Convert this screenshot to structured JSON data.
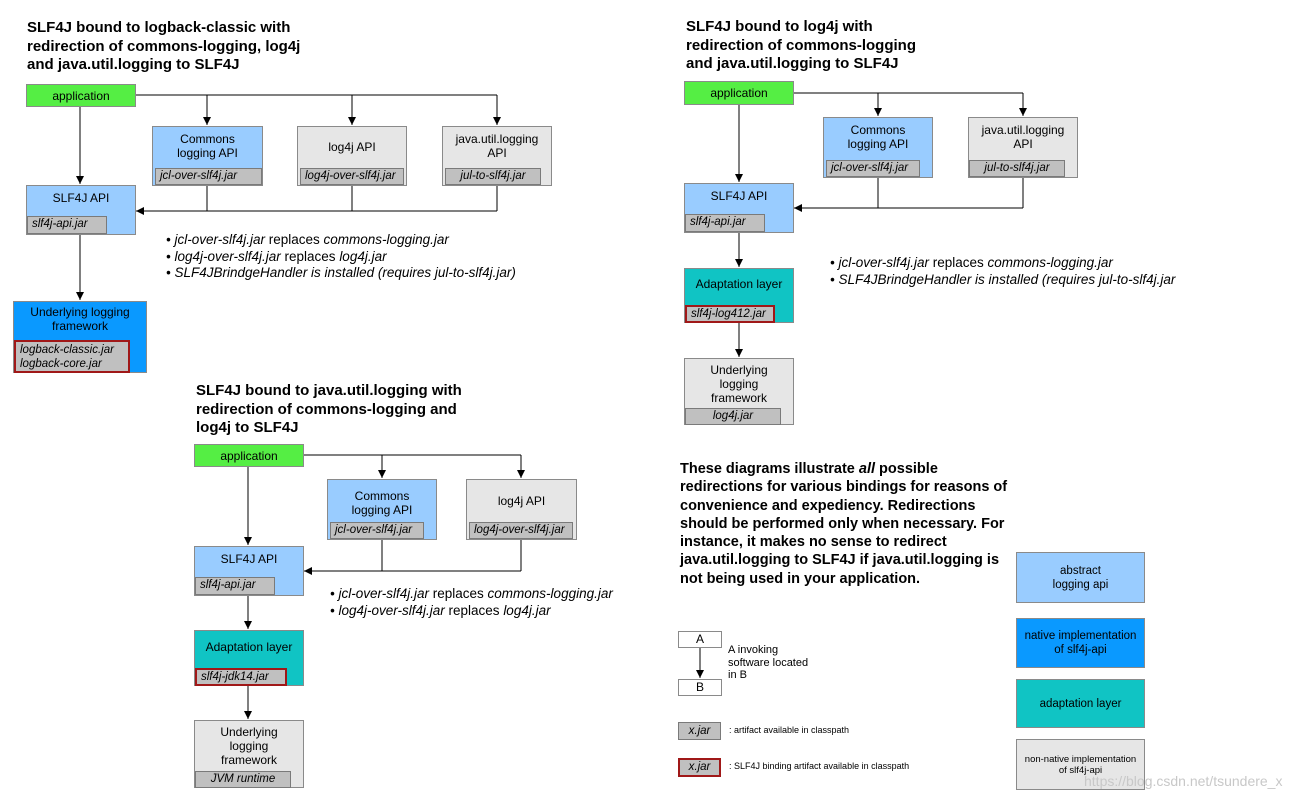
{
  "diagram1": {
    "title": "SLF4J bound to logback-classic with\nredirection of commons-logging, log4j\nand java.util.logging to SLF4J",
    "application": "application",
    "commons": {
      "label": "Commons\nlogging API",
      "jar": "jcl-over-slf4j.jar"
    },
    "log4j": {
      "label": "log4j API",
      "jar": "log4j-over-slf4j.jar"
    },
    "jul": {
      "label": "java.util.logging\nAPI",
      "jar": "jul-to-slf4j.jar"
    },
    "slf4j": {
      "label": "SLF4J API",
      "jar": "slf4j-api.jar"
    },
    "underlying": {
      "label": "Underlying logging\nframework",
      "jar": "logback-classic.jar\nlogback-core.jar"
    },
    "bullets": [
      {
        "a": "jcl-over-slf4j.jar",
        "b": " replaces ",
        "c": "commons-logging.jar"
      },
      {
        "a": "log4j-over-slf4j.jar",
        "b": " replaces ",
        "c": "log4j.jar"
      },
      {
        "a": "SLF4JBrindgeHandler is installed (requires jul-to-slf4j.jar)",
        "b": "",
        "c": ""
      }
    ]
  },
  "diagram2": {
    "title": "SLF4J bound to log4j with\nredirection of commons-logging\nand java.util.logging to SLF4J",
    "application": "application",
    "commons": {
      "label": "Commons\nlogging API",
      "jar": "jcl-over-slf4j.jar"
    },
    "jul": {
      "label": "java.util.logging\nAPI",
      "jar": "jul-to-slf4j.jar"
    },
    "slf4j": {
      "label": "SLF4J API",
      "jar": "slf4j-api.jar"
    },
    "adaptation": {
      "label": "Adaptation layer",
      "jar": "slf4j-log412.jar"
    },
    "underlying": {
      "label": "Underlying\nlogging\nframework",
      "jar": "log4j.jar"
    },
    "bullets": [
      {
        "a": "jcl-over-slf4j.jar",
        "b": " replaces ",
        "c": "commons-logging.jar"
      },
      {
        "a": "SLF4JBrindgeHandler is installed (requires jul-to-slf4j.jar",
        "b": "",
        "c": ""
      }
    ]
  },
  "diagram3": {
    "title": "SLF4J bound to java.util.logging with\nredirection of commons-logging and\nlog4j to SLF4J",
    "application": "application",
    "commons": {
      "label": "Commons\nlogging API",
      "jar": "jcl-over-slf4j.jar"
    },
    "log4j": {
      "label": "log4j API",
      "jar": "log4j-over-slf4j.jar"
    },
    "slf4j": {
      "label": "SLF4J API",
      "jar": "slf4j-api.jar"
    },
    "adaptation": {
      "label": "Adaptation layer",
      "jar": "slf4j-jdk14.jar"
    },
    "underlying": {
      "label": "Underlying\nlogging\nframework",
      "jar": "JVM runtime"
    },
    "bullets": [
      {
        "a": "jcl-over-slf4j.jar",
        "b": " replaces ",
        "c": "commons-logging.jar"
      },
      {
        "a": "log4j-over-slf4j.jar",
        "b": " replaces ",
        "c": "log4j.jar"
      }
    ]
  },
  "note": {
    "before": "These diagrams illustrate ",
    "emph": "all",
    "after": " possible redirections for various bindings for reasons of convenience and expediency. Redirections should be performed only when necessary. For instance, it makes no sense to redirect java.util.logging to SLF4J if java.util.logging is not being used in your application."
  },
  "legend": {
    "a": "A",
    "b": "B",
    "invoking": "A invoking\nsoftware located\nin B",
    "artifact_jar": "x.jar",
    "artifact_desc": ": artifact available in classpath",
    "binding_jar": "x.jar",
    "binding_desc": ": SLF4J binding artifact available in classpath",
    "abstract": "abstract\nlogging api",
    "native": "native implementation\nof slf4j-api",
    "adaptation": "adaptation layer",
    "nonnative": "non-native implementation\nof slf4j-api"
  },
  "watermark": "https://blog.csdn.net/tsundere_x",
  "colors": {
    "application": "#55ee44",
    "abstract_api": "#99ccff",
    "native_impl": "#0a99ff",
    "adaptation": "#10c4c4",
    "non_native": "#e6e6e6",
    "jar": "#c0c0c0",
    "binding_border": "#a01818"
  }
}
